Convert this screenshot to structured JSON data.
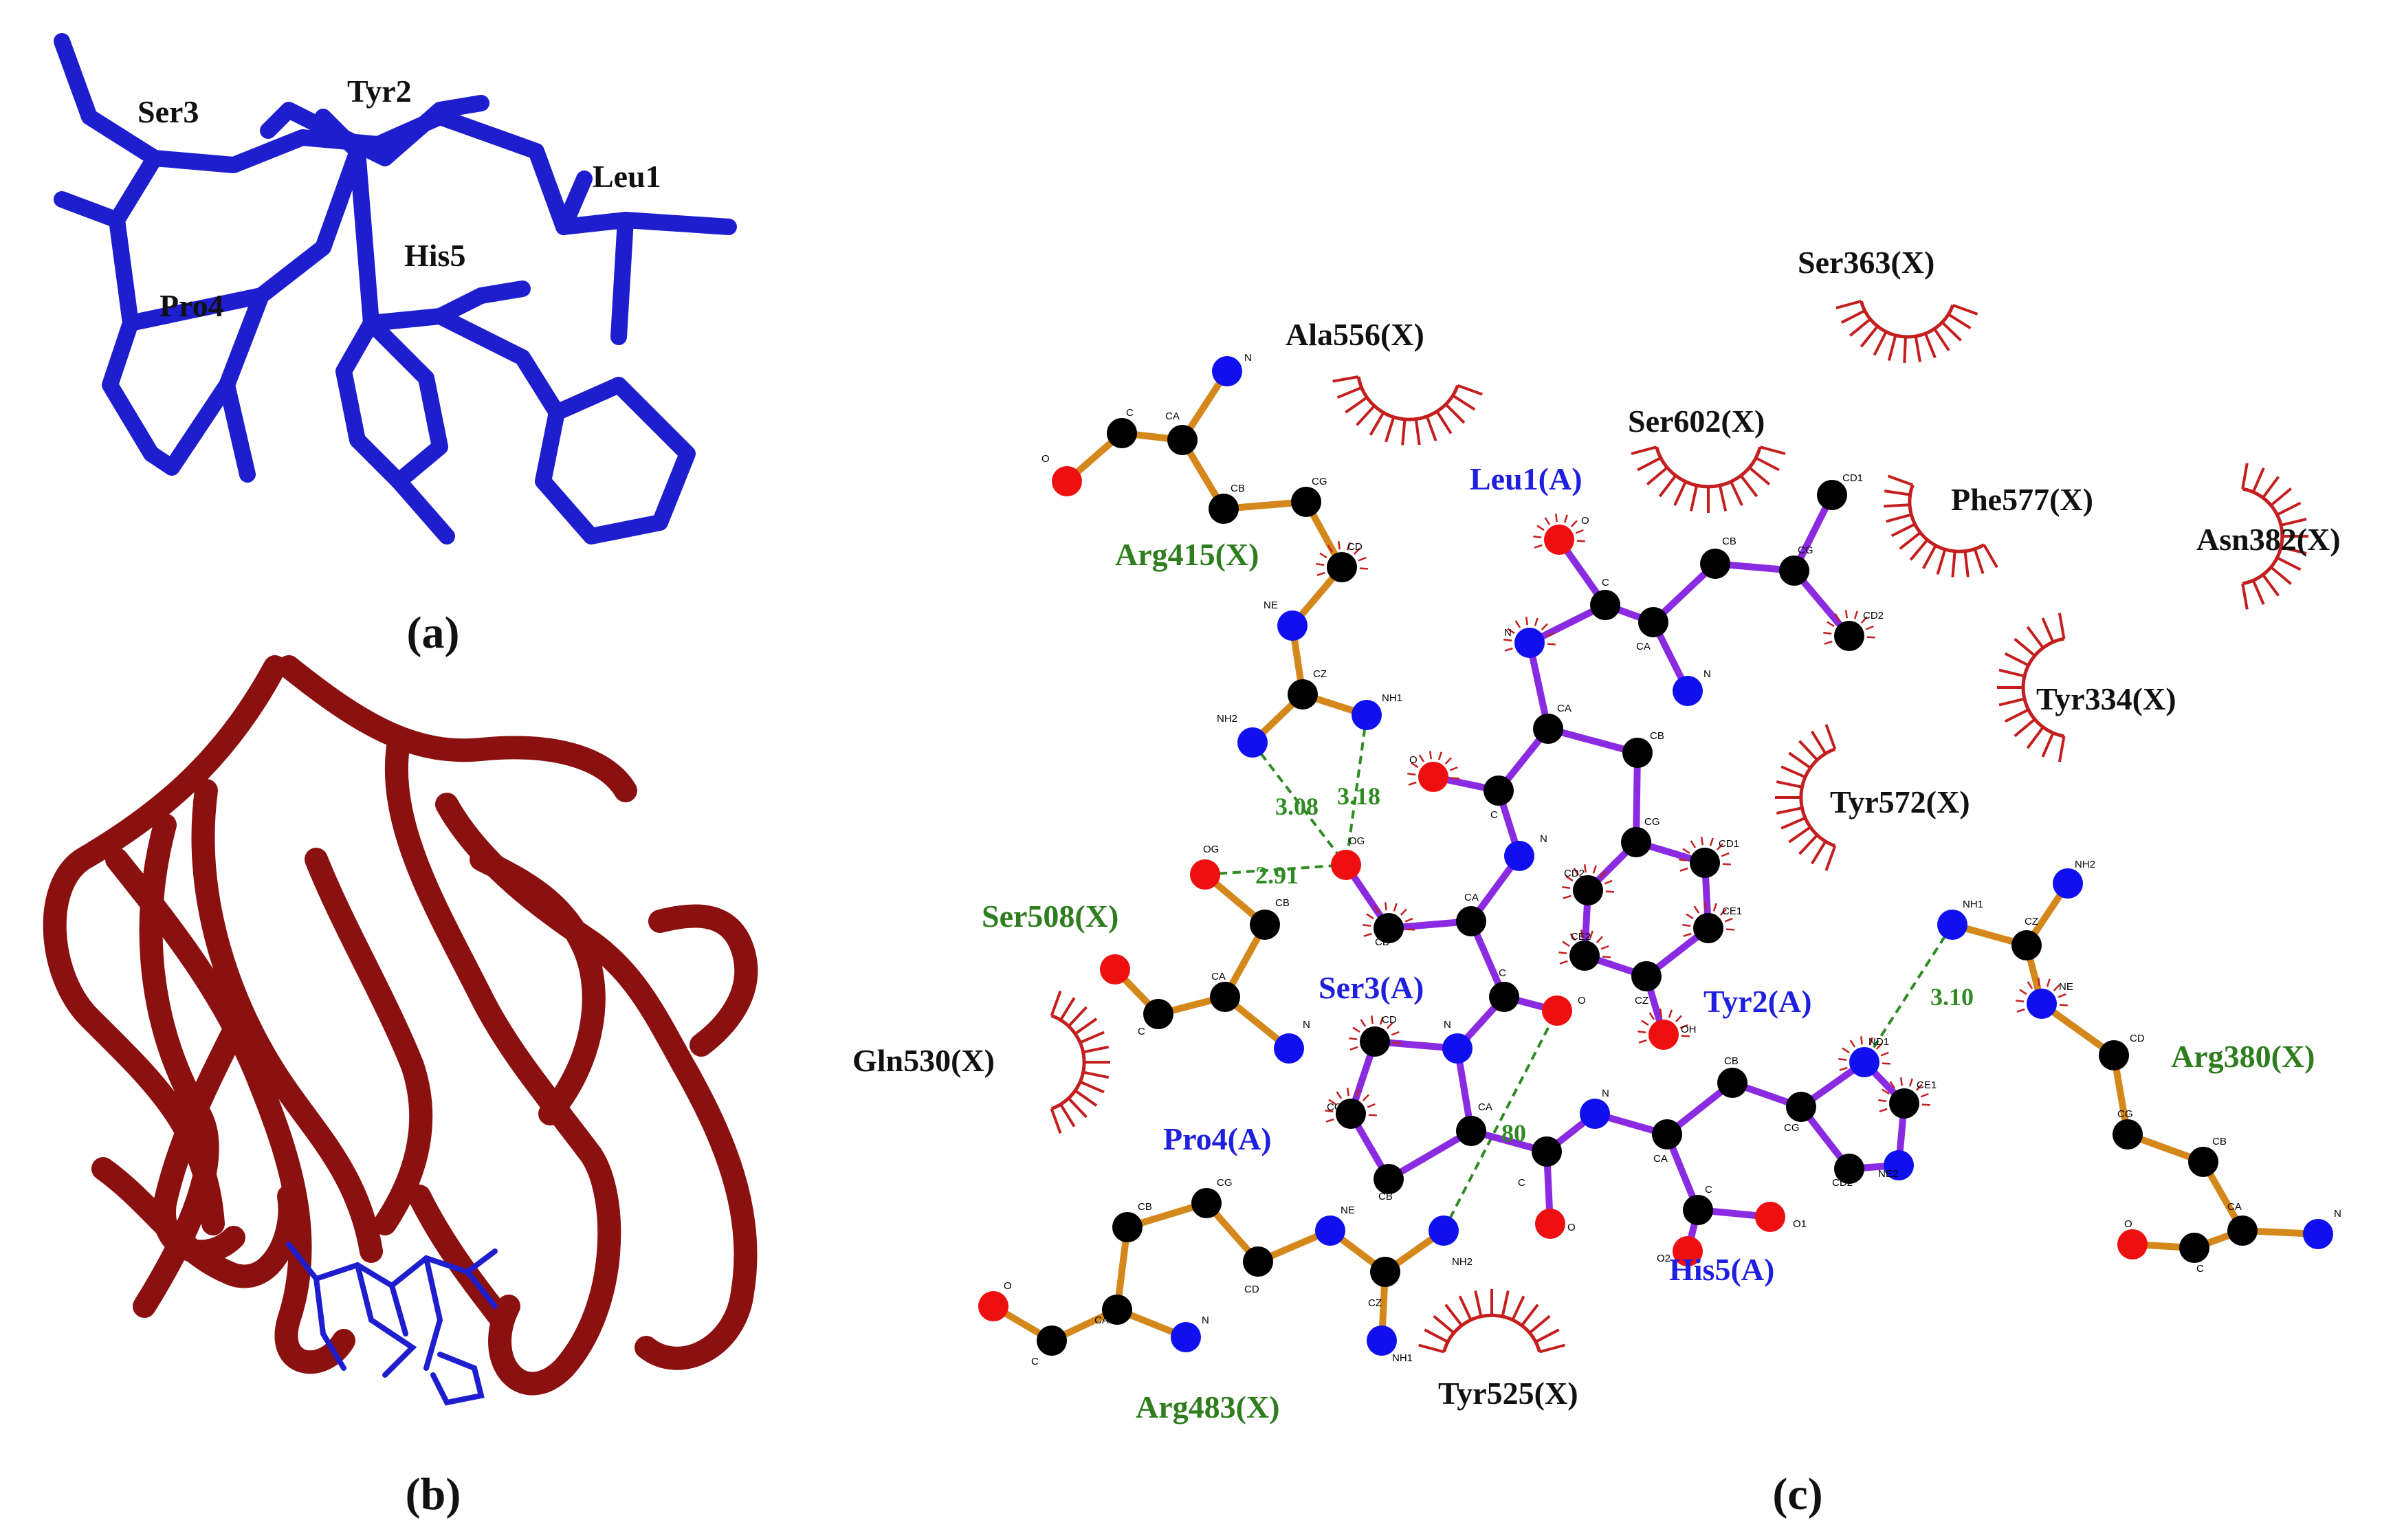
{
  "colors": {
    "peptide_bond": "#8a2be2",
    "receptor_bond": "#d4881c",
    "stick": "#1e1ecf",
    "ribbon": "#8b1010",
    "hbond": "#2e8b22",
    "hydrophobic": "#c41e1e",
    "carbon": "#000000",
    "nitrogen": "#1010ee",
    "oxygen": "#ee1010",
    "ligand_text": "#1f1fe0",
    "hbond_residue_text": "#2e7d1e",
    "contact_text": "#111111"
  },
  "panels": {
    "a": {
      "caption": "(a)",
      "labels": [
        "Ser3",
        "Tyr2",
        "Leu1",
        "His5",
        "Pro4"
      ]
    },
    "b": {
      "caption": "(b)"
    },
    "c": {
      "caption": "(c)",
      "ligand_residues": [
        "Leu1(A)",
        "Tyr2(A)",
        "Ser3(A)",
        "Pro4(A)",
        "His5(A)"
      ],
      "hbond_residues": [
        "Arg415(X)",
        "Ser508(X)",
        "Arg380(X)",
        "Arg483(X)"
      ],
      "contact_residues": [
        "Ala556(X)",
        "Ser363(X)",
        "Ser602(X)",
        "Phe577(X)",
        "Asn382(X)",
        "Tyr334(X)",
        "Tyr572(X)",
        "Gln530(X)",
        "Tyr525(X)"
      ],
      "hbond_distances": [
        "3.08",
        "3.18",
        "2.91",
        "3.10",
        "80"
      ],
      "atom_labels": [
        "N",
        "CA",
        "C",
        "O",
        "CB",
        "CG",
        "CD",
        "NE",
        "CZ",
        "NH1",
        "NH2",
        "OG",
        "CD1",
        "CD2",
        "CE1",
        "CE2",
        "OH",
        "ND1",
        "NE2",
        "O1",
        "O2"
      ]
    }
  }
}
